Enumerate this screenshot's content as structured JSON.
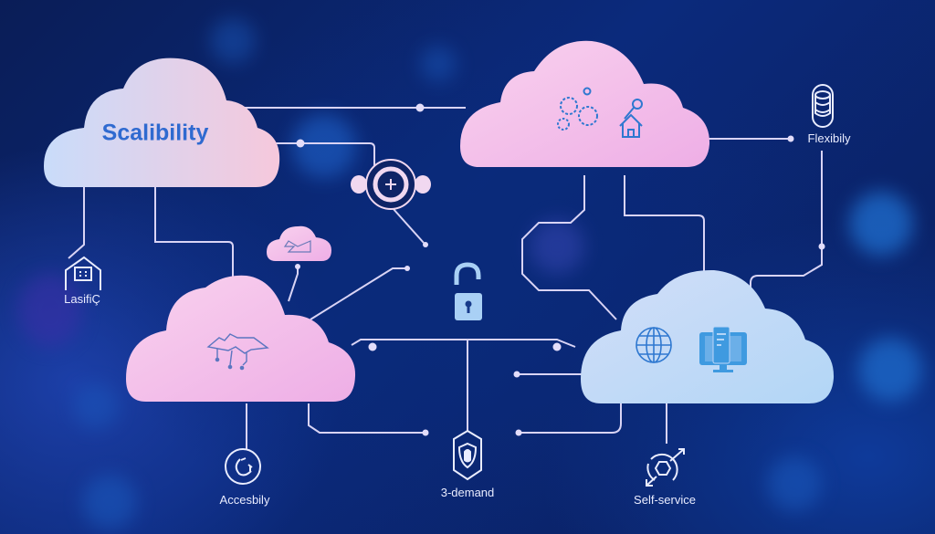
{
  "diagram": {
    "colors": {
      "background": "#0b1f5e",
      "line": "#d9d4f5",
      "cloud_pink": "#f3b8e8",
      "cloud_blue": "#bcd6f7",
      "icon_blue": "#2f78d0",
      "title_blue": "#2f6ad0",
      "label_white": "#e9ecff"
    },
    "clouds": [
      {
        "id": "scalability-cloud",
        "title": "Scalibility",
        "icons": []
      },
      {
        "id": "top-right-cloud",
        "title": "",
        "icons": [
          "gears-icon",
          "home-user-icon"
        ]
      },
      {
        "id": "bottom-left-cloud",
        "title": "",
        "icons": [
          "circuit-map-icon"
        ]
      },
      {
        "id": "bottom-right-cloud",
        "title": "",
        "icons": [
          "globe-icon",
          "desktop-monitor-icon"
        ]
      },
      {
        "id": "small-cloud",
        "title": "",
        "icons": [
          "network-link-icon"
        ]
      }
    ],
    "nodes": [
      {
        "id": "flexibility",
        "label": "Flexibily",
        "icon": "database-icon"
      },
      {
        "id": "elastic",
        "label": "LasifiÇ",
        "icon": "house-window-icon"
      },
      {
        "id": "accessibility",
        "label": "Accesbily",
        "icon": "refresh-moon-icon"
      },
      {
        "id": "on-demand",
        "label": "3-demand",
        "icon": "shield-icon"
      },
      {
        "id": "self-service",
        "label": "Self-service",
        "icon": "hexagon-arrow-icon"
      },
      {
        "id": "hub",
        "label": "",
        "icon": "add-target-icon"
      },
      {
        "id": "security",
        "label": "",
        "icon": "unlock-icon"
      }
    ]
  }
}
